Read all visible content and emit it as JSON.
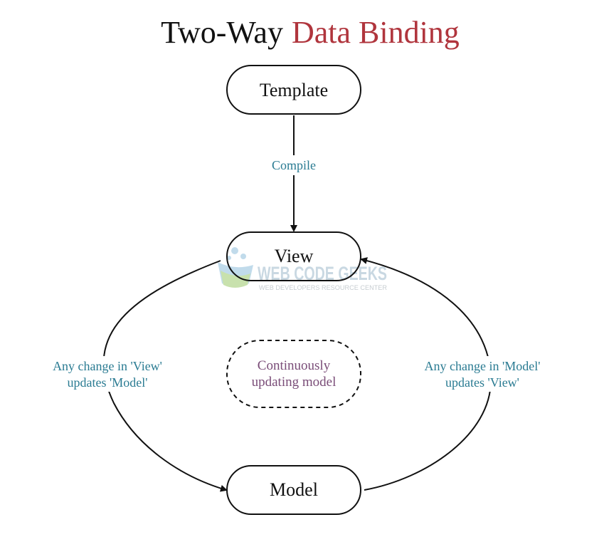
{
  "title": {
    "part1": "Two-Way",
    "part2": "Data Binding",
    "part1_color": "#111111",
    "part2_color": "#b0353d"
  },
  "nodes": {
    "template": "Template",
    "view": "View",
    "model": "Model",
    "center_line1": "Continuously",
    "center_line2": "updating model"
  },
  "edges": {
    "compile": "Compile",
    "left_line1": "Any change in 'View'",
    "left_line2": "updates 'Model'",
    "right_line1": "Any change in 'Model'",
    "right_line2": "updates 'View'"
  },
  "watermark": {
    "brand": "WEB CODE GEEKS",
    "tagline": "WEB DEVELOPERS RESOURCE CENTER"
  },
  "colors": {
    "edge_label": "#2a7b92",
    "center_label": "#7a4d78",
    "stroke": "#111111"
  }
}
